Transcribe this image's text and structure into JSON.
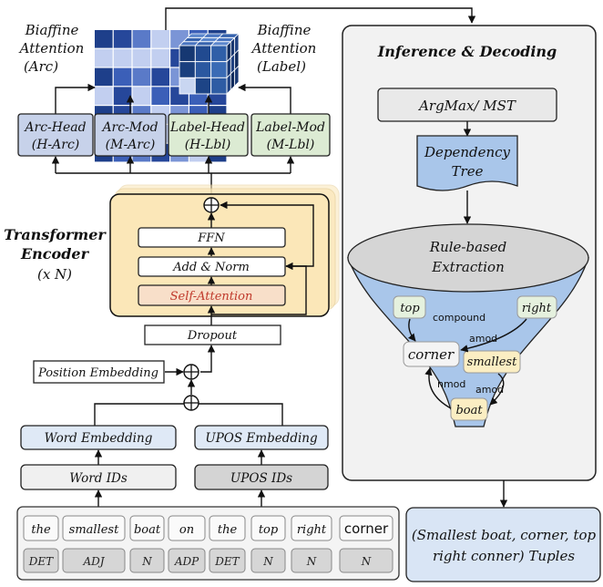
{
  "biaffine_arc": {
    "line1": "Biaffine",
    "line2": "Attention",
    "line3": "(Arc)"
  },
  "biaffine_label": {
    "line1": "Biaffine",
    "line2": "Attention",
    "line3": "(Label)"
  },
  "heads": [
    {
      "line1": "Arc-Head",
      "line2": "(H-Arc)"
    },
    {
      "line1": "Arc-Mod",
      "line2": "(M-Arc)"
    },
    {
      "line1": "Label-Head",
      "line2": "(H-Lbl)"
    },
    {
      "line1": "Label-Mod",
      "line2": "(M-Lbl)"
    }
  ],
  "encoder": {
    "title1": "Transformer",
    "title2": "Encoder",
    "repeat": "(x N)",
    "ffn": "FFN",
    "add_norm": "Add & Norm",
    "self_attention": "Self-Attention"
  },
  "dropout": "Dropout",
  "position_embedding": "Position Embedding",
  "word_embedding": "Word Embedding",
  "upos_embedding": "UPOS Embedding",
  "word_ids": "Word IDs",
  "upos_ids": "UPOS IDs",
  "tokens": [
    "the",
    "smallest",
    "boat",
    "on",
    "the",
    "top",
    "right",
    "corner"
  ],
  "pos_tags": [
    "DET",
    "ADJ",
    "N",
    "ADP",
    "DET",
    "N",
    "N",
    "N"
  ],
  "inference": {
    "title": "Inference & Decoding",
    "argmax": "ArgMax/ MST",
    "tree_line1": "Dependency",
    "tree_line2": "Tree",
    "funnel_line1": "Rule-based",
    "funnel_line2": "Extraction",
    "nodes": {
      "top": "top",
      "right": "right",
      "corner": "corner",
      "smallest": "smallest",
      "boat": "boat"
    },
    "edges": {
      "compound": "compound",
      "amod1": "amod",
      "amod2": "amod",
      "nmod": "nmod"
    }
  },
  "output": {
    "line1": "(Smallest boat, corner, top",
    "line2": "right conner) Tuples"
  },
  "colors": {
    "blue_box": "#c7d2ea",
    "green_box": "#dcebd3",
    "embed_box": "#dfe9f6",
    "encoder_fill": "#fbe7b8",
    "self_attn_fill": "#f8dfc9",
    "panel_gray": "#f2f2f2",
    "funnel_blue": "#a9c6ea",
    "output_blue": "#d9e5f5"
  }
}
